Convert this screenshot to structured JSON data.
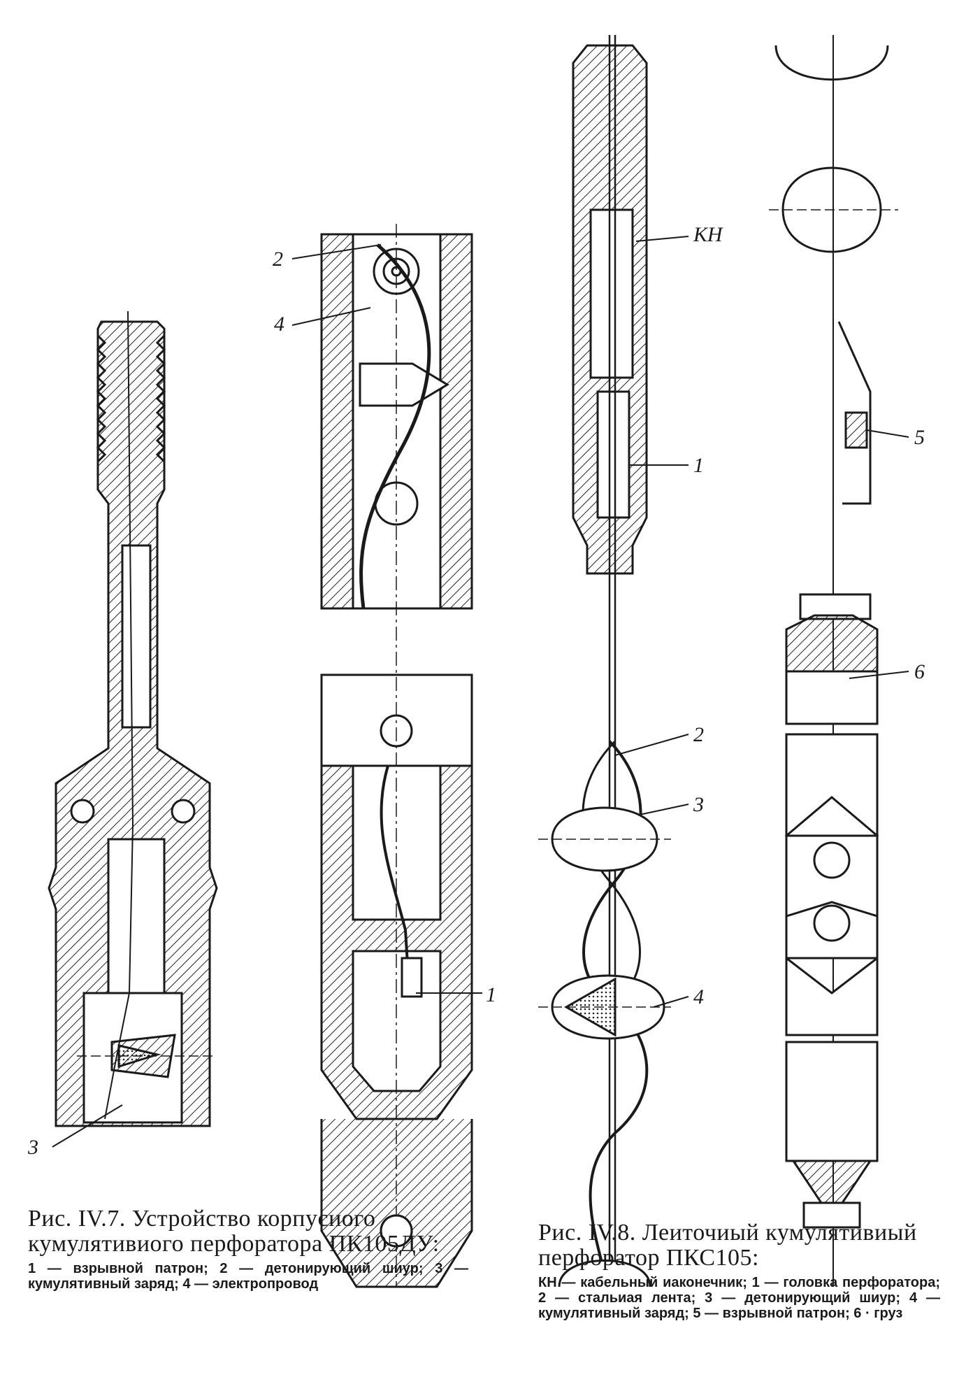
{
  "figure_7": {
    "callouts": {
      "c1": "1",
      "c2": "2",
      "c3": "3",
      "c4": "4"
    },
    "caption_title": "Рис. IV.7. Устройство корпусиого кумулятивиого перфоратора ПК105ДУ:",
    "caption_legend": "1 — взрывной патрон; 2 — детонирующий шиур; 3 — кумулятивный заряд; 4 — электропровод"
  },
  "figure_8": {
    "callouts": {
      "kn": "КН",
      "c1": "1",
      "c2": "2",
      "c3": "3",
      "c4": "4",
      "c5": "5",
      "c6": "6"
    },
    "caption_title": "Рис. IV.8. Леиточиый кумулятивиый перфоратор ПКС105:",
    "caption_legend": "КН — кабельный иаконечник; 1 — головка перфоратора; 2 — стальиая лента; 3 — детонирующий шиур; 4 — кумулятивный заряд; 5 — взрывной патрон; 6 · груз"
  }
}
